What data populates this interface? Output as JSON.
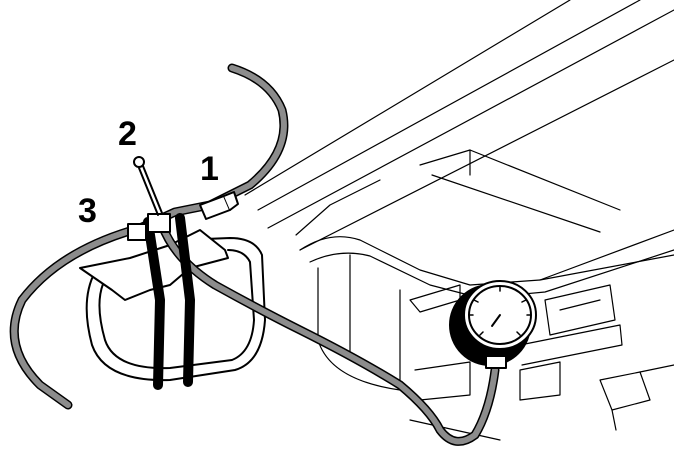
{
  "callouts": {
    "one": "1",
    "two": "2",
    "three": "3"
  },
  "colors": {
    "hose": "#8c8c8c",
    "outline": "#000000",
    "background": "#ffffff"
  },
  "icons": {
    "gauge": "pressure-gauge-icon",
    "clamp": "hose-clamp-icon"
  }
}
